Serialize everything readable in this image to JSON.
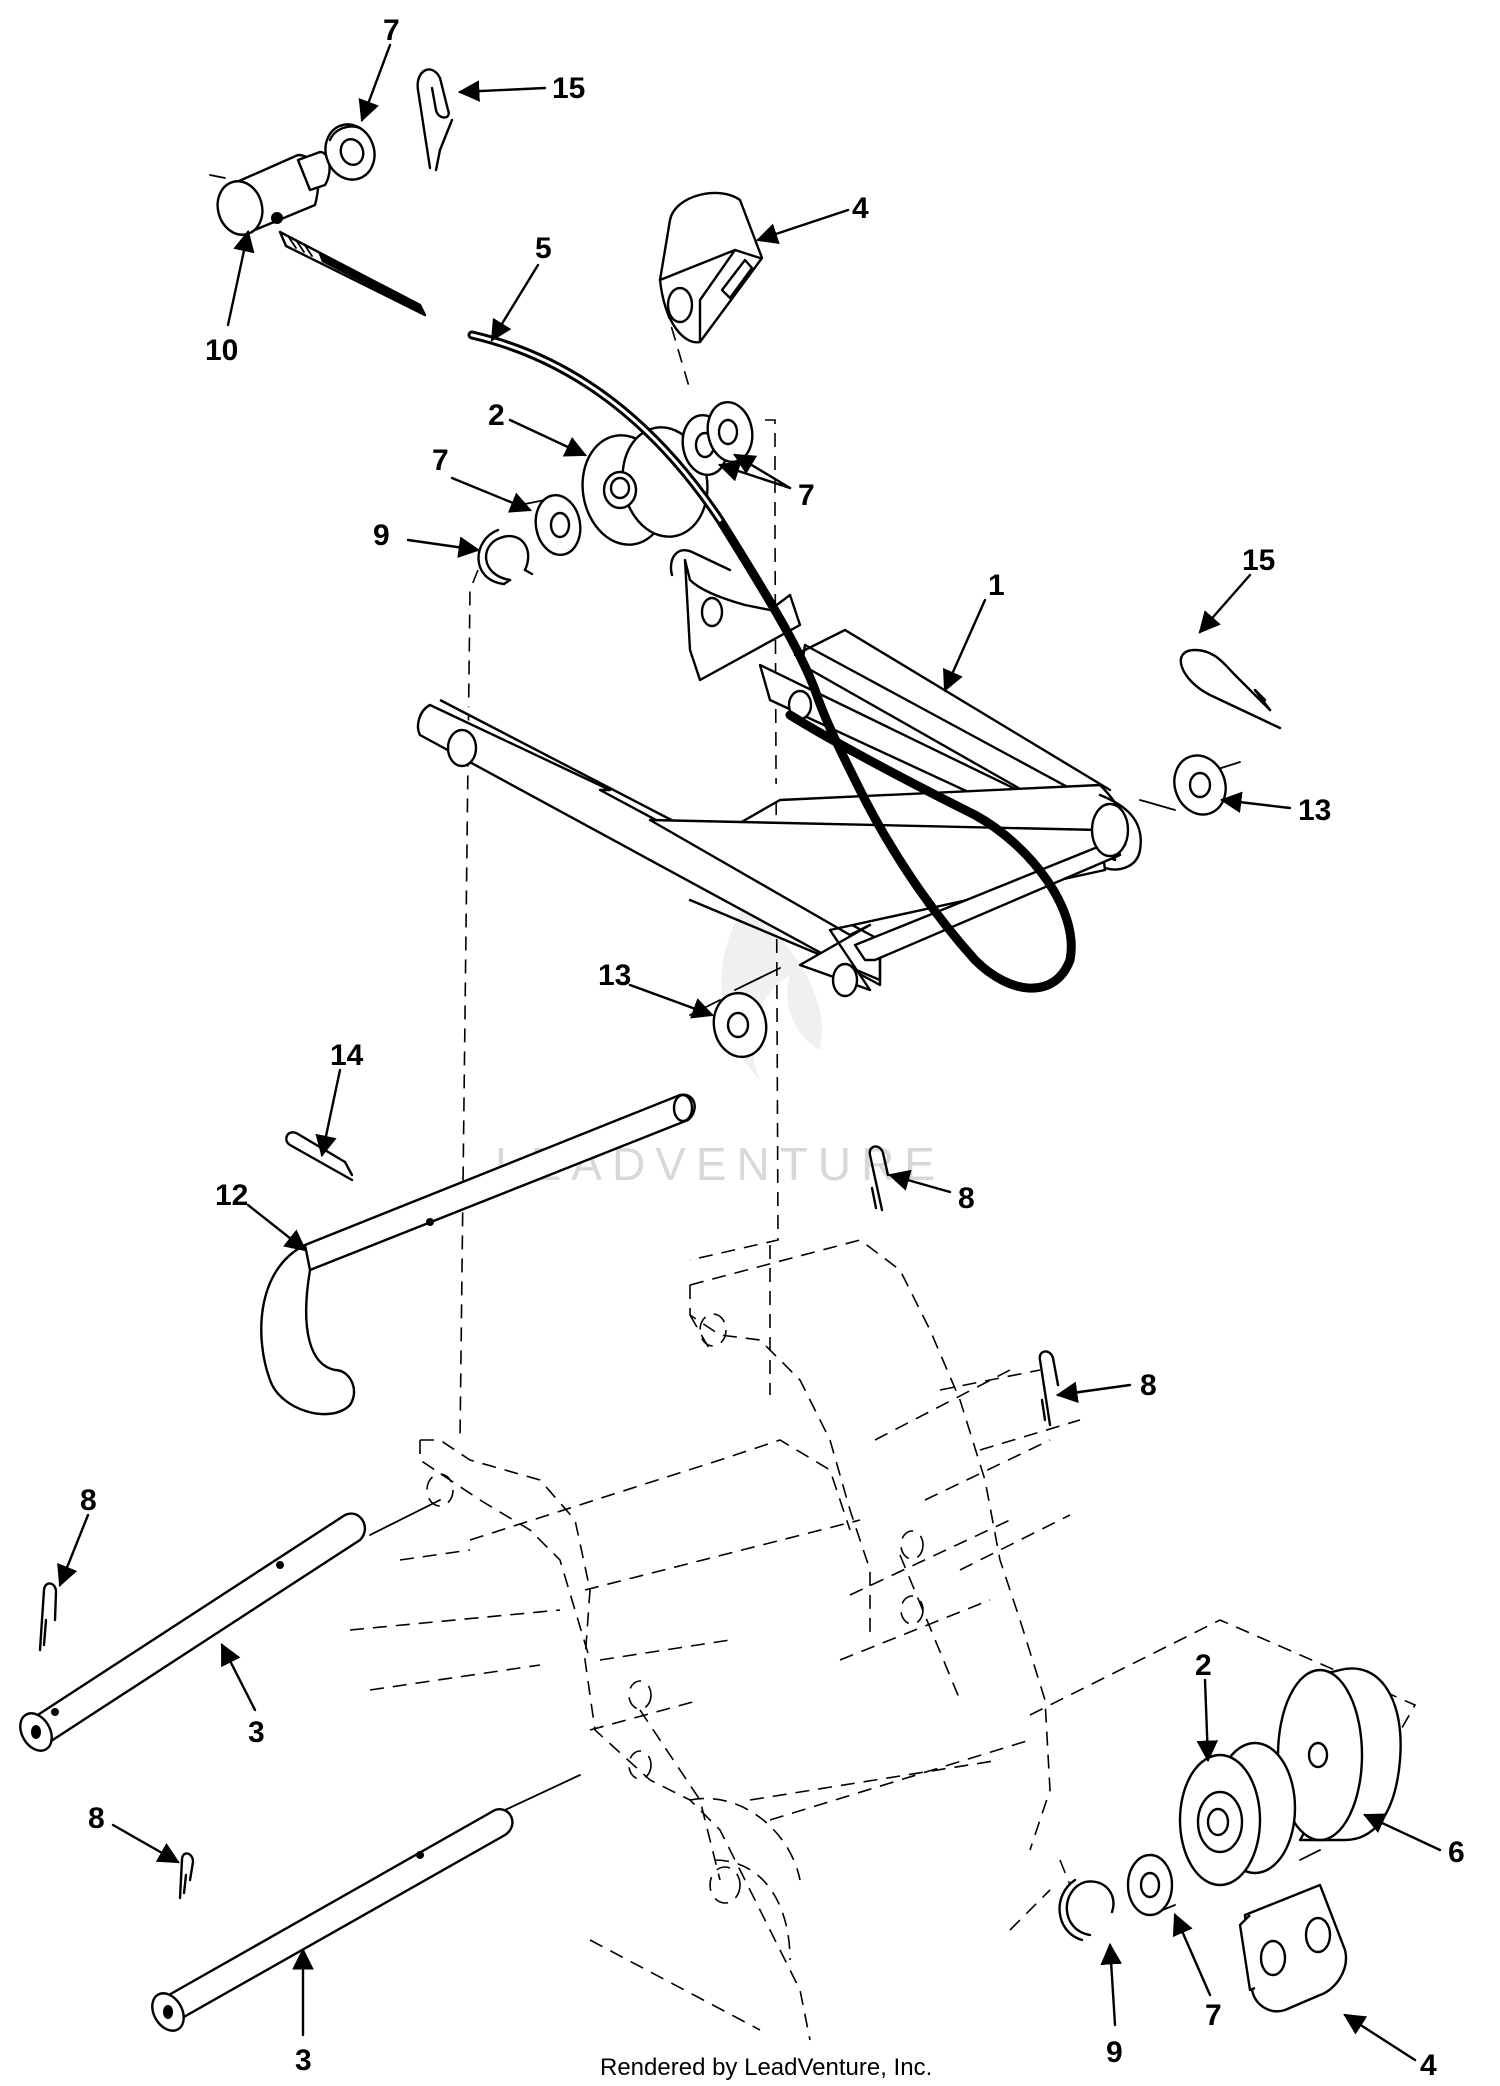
{
  "watermark": "LEADVENTURE",
  "footer": "Rendered by LeadVenture, Inc.",
  "callouts": [
    {
      "id": "7a",
      "text": "7"
    },
    {
      "id": "15a",
      "text": "15"
    },
    {
      "id": "4a",
      "text": "4"
    },
    {
      "id": "5",
      "text": "5"
    },
    {
      "id": "10",
      "text": "10"
    },
    {
      "id": "2a",
      "text": "2"
    },
    {
      "id": "7b",
      "text": "7"
    },
    {
      "id": "7c",
      "text": "7"
    },
    {
      "id": "9a",
      "text": "9"
    },
    {
      "id": "1",
      "text": "1"
    },
    {
      "id": "15b",
      "text": "15"
    },
    {
      "id": "13a",
      "text": "13"
    },
    {
      "id": "13b",
      "text": "13"
    },
    {
      "id": "14",
      "text": "14"
    },
    {
      "id": "12",
      "text": "12"
    },
    {
      "id": "8a",
      "text": "8"
    },
    {
      "id": "8b",
      "text": "8"
    },
    {
      "id": "8c",
      "text": "8"
    },
    {
      "id": "3a",
      "text": "3"
    },
    {
      "id": "8d",
      "text": "8"
    },
    {
      "id": "3b",
      "text": "3"
    },
    {
      "id": "2b",
      "text": "2"
    },
    {
      "id": "6",
      "text": "6"
    },
    {
      "id": "7d",
      "text": "7"
    },
    {
      "id": "9b",
      "text": "9"
    },
    {
      "id": "4b",
      "text": "4"
    }
  ]
}
